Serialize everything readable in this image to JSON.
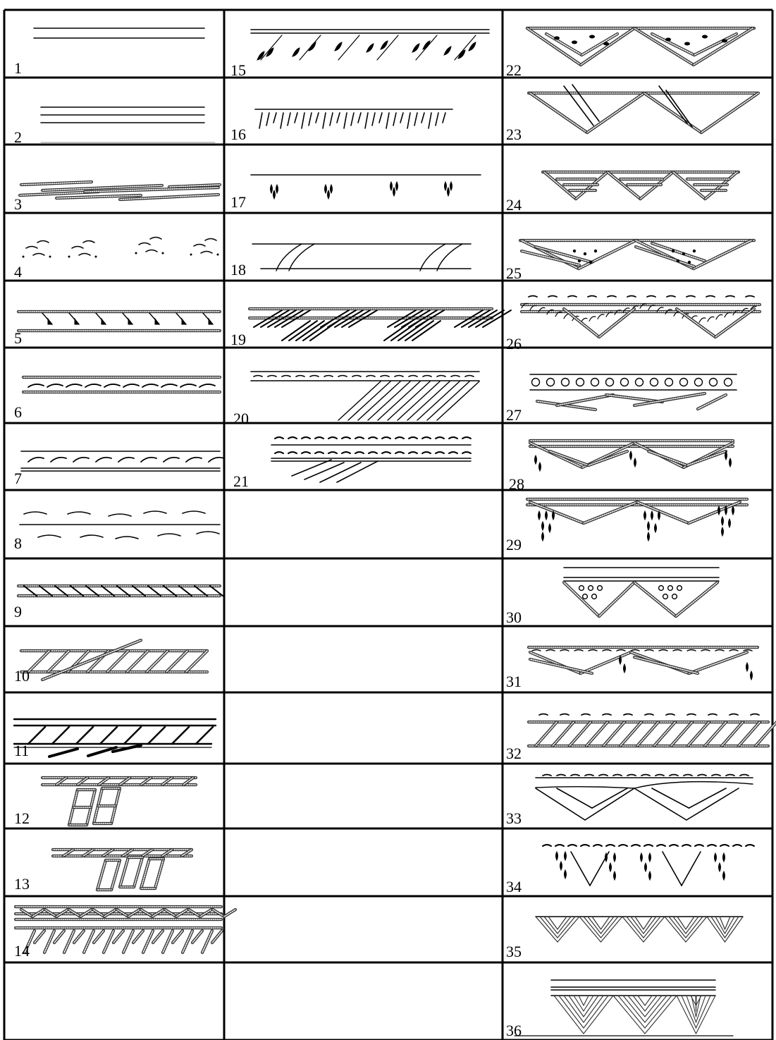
{
  "columns": [
    {
      "labels": [
        "1",
        "2",
        "3",
        "4",
        "5",
        "6",
        "7",
        "8",
        "9",
        "10",
        "11",
        "12",
        "13",
        "14",
        ""
      ]
    },
    {
      "labels": [
        "15",
        "16",
        "17",
        "18",
        "19",
        "20",
        "21",
        "",
        "",
        "",
        "",
        "",
        "",
        "",
        ""
      ]
    },
    {
      "labels": [
        "22",
        "23",
        "24",
        "25",
        "26",
        "27",
        "28",
        "29",
        "30",
        "31",
        "32",
        "33",
        "34",
        "35",
        "36"
      ]
    }
  ],
  "colors": {
    "line": "#000000",
    "pattern": "#333333",
    "hatch": "#888888"
  }
}
